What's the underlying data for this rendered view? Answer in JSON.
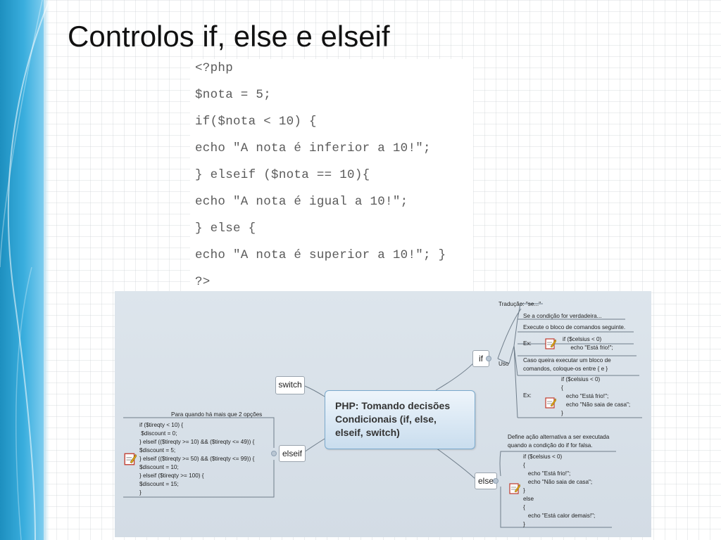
{
  "slide": {
    "title": "Controlos if, else e elseif"
  },
  "code": {
    "lines": [
      "<?php",
      "$nota = 5;",
      "if($nota < 10) {",
      "echo \"A nota é inferior a 10!\";",
      "} elseif ($nota == 10){",
      "echo \"A nota é igual a 10!\";",
      "} else {",
      "echo \"A nota é superior a 10!\"; }",
      "?>"
    ]
  },
  "mindmap": {
    "central": "PHP: Tomando decisões\nCondicionais (if, else,\nelseif, switch)",
    "switch_label": "switch",
    "if_label": "if",
    "else_label": "else",
    "elseif_label": "elseif",
    "uso_label": "Uso",
    "if_traducao": "Tradução: \"se...\"",
    "if_condicao": "Se a condição for verdadeira...",
    "if_execute": "Execute o bloco de comandos seguinte.",
    "ex_label_1": "Ex:",
    "ex_code_1": "if ($celsius < 0)\n     echo \"Está frio!\";",
    "if_caso": "Caso queira executar um bloco de\ncomandos, coloque-os entre { e }",
    "ex_label_2": "Ex:",
    "ex_code_2": "if ($celsius < 0)\n{\n   echo \"Está frio!\";\n   echo \"Não saia de casa\";\n}",
    "else_define": "Define ação alternativa a ser executada\nquando a condição do if for falsa.",
    "else_code": "if ($celsius < 0)\n{\n   echo \"Está frio!\";\n   echo \"Não saia de casa\";\n}\nelse\n{\n   echo \"Está calor demais!\";\n}",
    "elseif_note": "Para quando há mais que 2 opções",
    "elseif_code": "if ($tireqty < 10) {\n $discount = 0;\n} elseif (($tireqty >= 10) && ($tireqty <= 49)) {\n$discount = 5;\n} elseif (($tireqty >= 50) && ($tireqty <= 99)) {\n$discount = 10;\n} elseif ($tireqty >= 100) {\n$discount = 15;\n}"
  },
  "colors": {
    "accent": "#2a9fd6",
    "central_border": "#7aa9cc",
    "mindmap_bg": "#d8e0e8"
  }
}
